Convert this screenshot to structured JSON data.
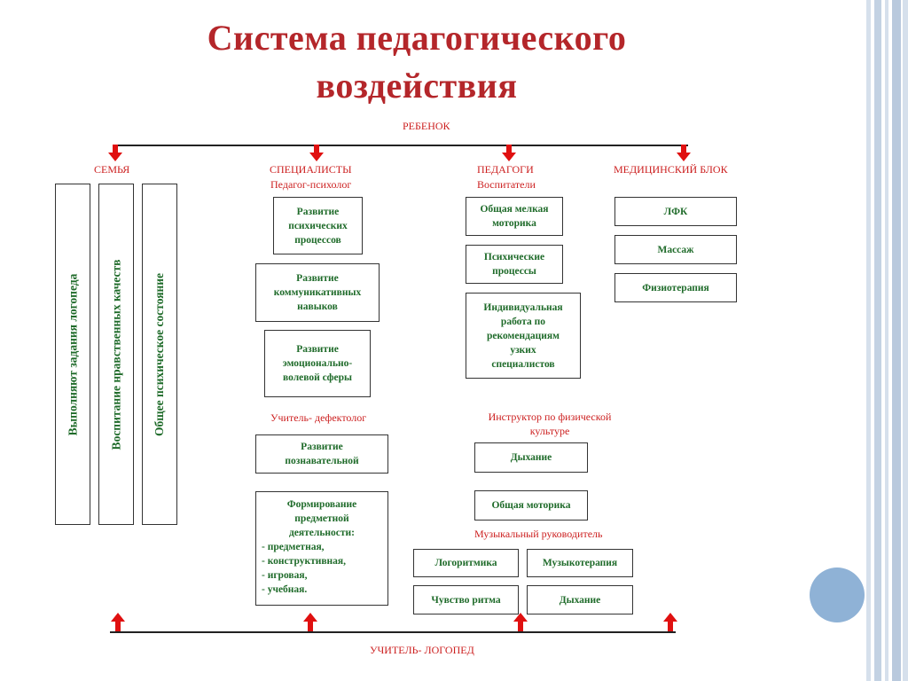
{
  "title_line1": "Система педагогического",
  "title_line2": "воздействия",
  "top_label": "РЕБЕНОК",
  "bottom_label": "УЧИТЕЛЬ- ЛОГОПЕД",
  "columns": {
    "family": {
      "header": "СЕМЬЯ",
      "vboxes": [
        "Выполняют задания логопеда",
        "Воспитание нравственных качеств",
        "Общее психическое состояние"
      ]
    },
    "specialists": {
      "header": "СПЕЦИАЛИСТЫ",
      "sub1": "Педагог-психолог",
      "boxes1": [
        [
          "Развитие",
          "психических",
          "процессов"
        ],
        [
          "Развитие",
          "коммуникативных",
          "навыков"
        ],
        [
          "Развитие",
          "эмоционально-",
          "волевой сферы"
        ]
      ],
      "sub2": "Учитель- дефектолог",
      "boxes2": [
        [
          "Развитие",
          "познавательной"
        ]
      ],
      "formation": {
        "lines": [
          "Формирование",
          "предметной",
          "деятельности:"
        ],
        "items": [
          "- предметная,",
          "- конструктивная,",
          "- игровая,",
          "- учебная."
        ]
      }
    },
    "teachers": {
      "header": "ПЕДАГОГИ",
      "sub1": "Воспитатели",
      "boxes1": [
        [
          "Общая мелкая",
          "моторика"
        ],
        [
          "Психические",
          "процессы"
        ],
        [
          "Индивидуальная",
          "работа по",
          "рекомендациям",
          "узких",
          "специалистов"
        ]
      ],
      "sub2_line1": "Инструктор по физической",
      "sub2_line2": "культуре",
      "boxes2": [
        "Дыхание",
        "Общая моторика"
      ],
      "sub3": "Музыкальный руководитель",
      "music": [
        "Логоритмика",
        "Музыкотерапия",
        "Чувство ритма",
        "Дыхание"
      ]
    },
    "medical": {
      "header": "МЕДИЦИНСКИЙ БЛОК",
      "boxes": [
        "ЛФК",
        "Массаж",
        "Физиотерапия"
      ]
    }
  },
  "colors": {
    "title": "#b4262a",
    "accent_red": "#cc1f1f",
    "box_text": "#1f6b2a",
    "circle": "#8fb2d6",
    "stripe": "#b9c9dd"
  }
}
